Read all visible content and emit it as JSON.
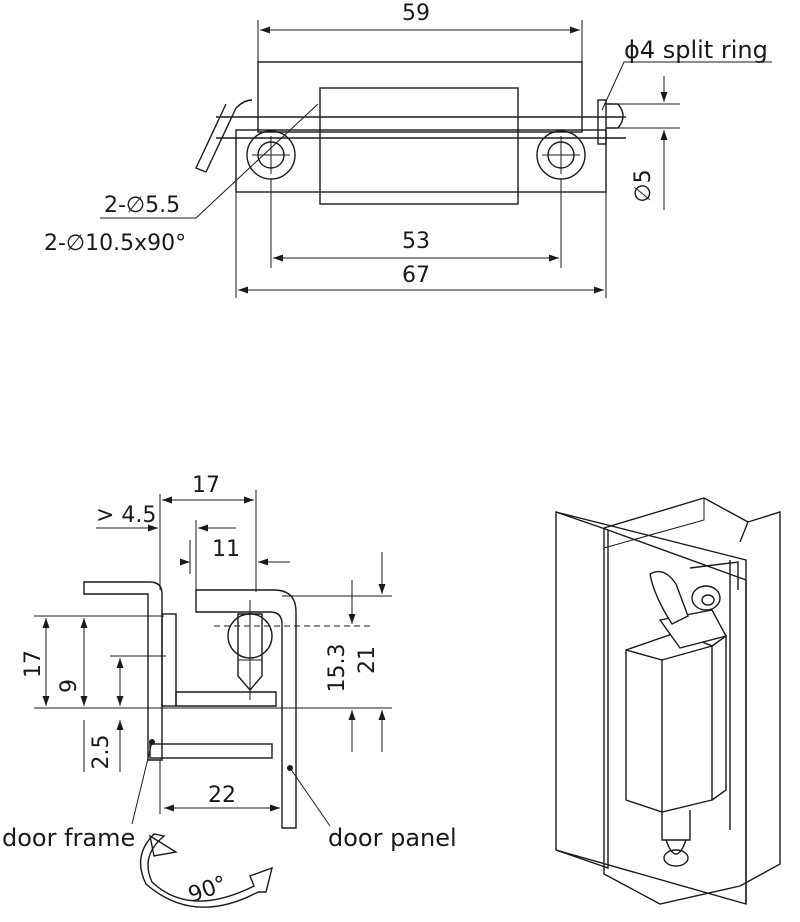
{
  "top_view": {
    "dim_overall_hinge": "59",
    "dim_hole_spacing": "53",
    "dim_overall_plate": "67",
    "split_ring_label": "ϕ4 split ring",
    "pin_diameter": "∅5",
    "hole_label": "2-∅5.5",
    "countersink_label": "2-∅10.5x90°"
  },
  "side_view": {
    "dim_17_top": "17",
    "dim_gt45": "> 4.5",
    "dim_11": "11",
    "dim_17_left": "17",
    "dim_9": "9",
    "dim_25": "2.5",
    "dim_153": "15.3",
    "dim_21": "21",
    "dim_22": "22",
    "door_frame_label": "door frame",
    "door_panel_label": "door panel",
    "rotation_label": "90°"
  }
}
